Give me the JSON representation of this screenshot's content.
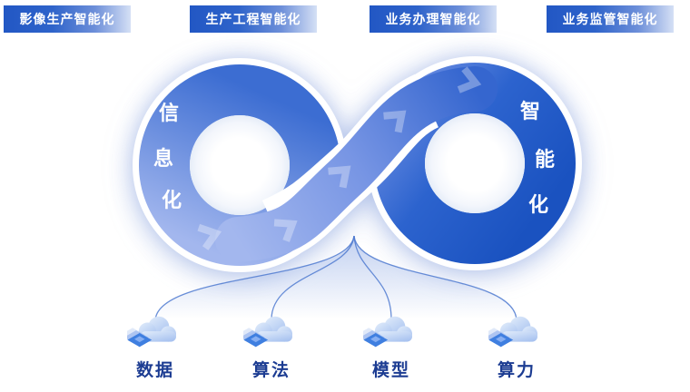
{
  "title_pills": [
    {
      "label": "影像生产智能化"
    },
    {
      "label": "生产工程智能化"
    },
    {
      "label": "业务办理智能化"
    },
    {
      "label": "业务监管智能化"
    }
  ],
  "infinity_loop": {
    "left_label": "信息化",
    "left_chars": [
      "信",
      "息",
      "化"
    ],
    "right_label": "智能化",
    "right_chars": [
      "智",
      "能",
      "化"
    ]
  },
  "foundation_items": [
    {
      "label": "数据",
      "icon": "cloud-data-icon"
    },
    {
      "label": "算法",
      "icon": "cloud-algorithm-icon"
    },
    {
      "label": "模型",
      "icon": "cloud-model-icon"
    },
    {
      "label": "算力",
      "icon": "cloud-compute-icon"
    }
  ],
  "colors": {
    "pill_gradient_start": "#2257c4",
    "pill_gradient_end": "#d5e0f5",
    "left_ring_dark": "#3c6dd2",
    "left_ring_light": "#a3b7ee",
    "right_ring_dark": "#1a52c0",
    "right_ring_light": "#6b8de2",
    "bottom_label_text": "#1c3c92",
    "connector_line": "#4f7ad0",
    "cloud_fill_light": "#e2edfb",
    "cloud_fill_dark": "#a9c3f0",
    "chip_blue": "#3f7fe0"
  }
}
